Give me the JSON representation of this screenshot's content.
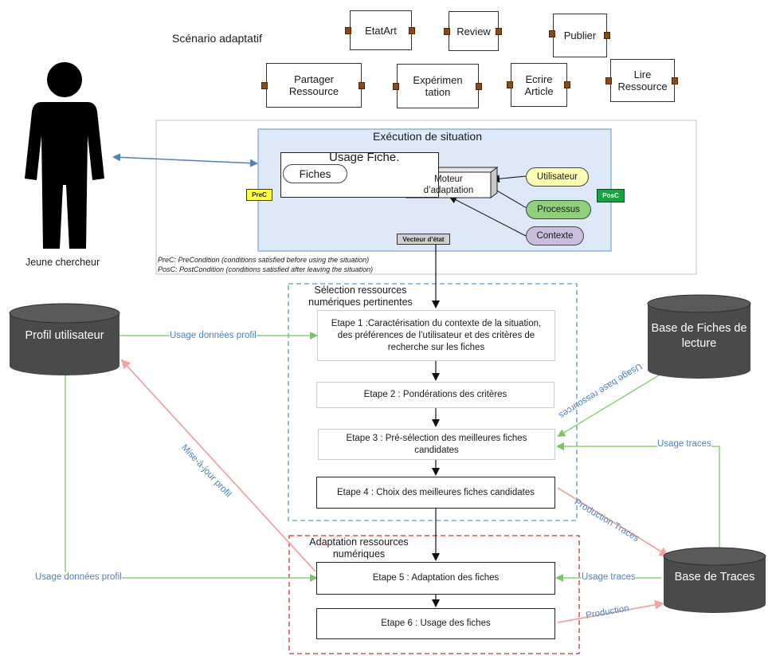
{
  "scenario": {
    "title": "Scénario adaptatif",
    "services": [
      "EtatArt",
      "Review",
      "Publier",
      "Partager Ressource",
      "Expérimen tation",
      "Ecrire Article",
      "Lire Ressource"
    ]
  },
  "actor": {
    "label": "Jeune chercheur"
  },
  "execution": {
    "title": "Exécution de situation",
    "usage_fiche": "Usage Fiche.",
    "fiches": "Fiches",
    "moteur": "Moteur d’adaptation",
    "utilisateur": "Utilisateur",
    "processus": "Processus",
    "contexte": "Contexte",
    "prec": "PreC",
    "posc": "PosC",
    "vecteur": "Vecteur d'état",
    "note_prec": "PreC: PreCondition (conditions satisfied before using the situation)",
    "note_posc": "PosC: PostCondition (conditions satisfied after leaving the situation)"
  },
  "selection": {
    "title": "Sélection ressources numériques pertinentes",
    "etape1": "Etape 1 :Caractérisation du contexte de la situation, des préférences de l’utilisateur et des critères de recherche sur les fiches",
    "etape2": "Etape 2 : Pondérations des critères",
    "etape3": "Etape 3 : Pré-sélection des meilleures fiches candidates",
    "etape4": "Etape 4 : Choix des meilleures fiches candidates"
  },
  "adaptation": {
    "title": "Adaptation ressources numériques",
    "etape5": "Etape 5 : Adaptation des fiches",
    "etape6": "Etape 6 : Usage des fiches"
  },
  "stores": {
    "profil": "Profil utilisateur",
    "fiches_lecture": "Base de Fiches de lecture",
    "traces": "Base de Traces"
  },
  "flows": {
    "usage_profil_top": "Usage données profil",
    "usage_profil_bottom": "Usage données  profil",
    "mise_a_jour": "Mise-à-jour profil",
    "usage_base_ressources": "Usage base ressources",
    "usage_traces_1": "Usage traces",
    "usage_traces_2": "Usage traces",
    "production_traces": "Production Traces",
    "production": "Production"
  },
  "colors": {
    "green": "#8fd07a",
    "red": "#f4a3a3",
    "blue_label": "#4f81bd",
    "dark_store": "#4a4a4a",
    "exec_fill": "#dde9f7"
  }
}
